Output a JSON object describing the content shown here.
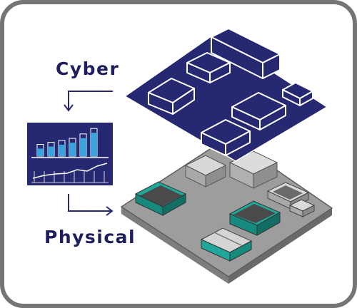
{
  "labels": {
    "cyber": "Cyber",
    "physical": "Physical"
  },
  "colors": {
    "cyber_dark": "#272872",
    "frame_border": "#757575",
    "physical_base": "#9a9a9a",
    "physical_teal": "#1fa89a",
    "chart_bars": "#3aa3dd",
    "label_text": "#1f1f5e"
  },
  "illustration": {
    "chart_panel": {
      "bar_fractions": [
        0.25,
        0.32,
        0.38,
        0.45,
        0.6,
        0.78
      ],
      "line_trend": "rising"
    }
  }
}
